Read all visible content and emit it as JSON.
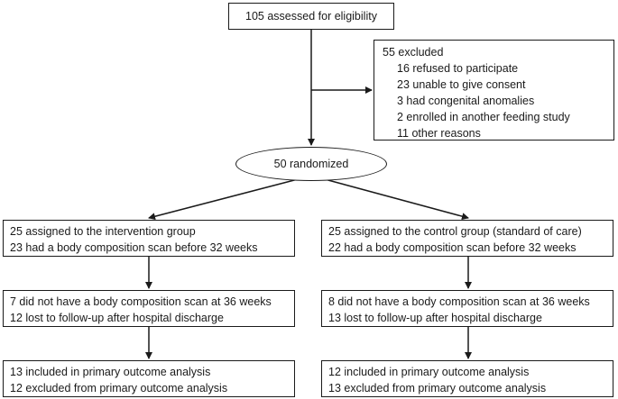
{
  "enrollment": {
    "assessed": "105 assessed for eligibility",
    "excluded": {
      "header": "55 excluded",
      "reasons": [
        "16 refused to participate",
        "23 unable to give consent",
        "3 had congenital anomalies",
        "2 enrolled in another feeding study",
        "11 other reasons"
      ]
    },
    "randomized": "50 randomized"
  },
  "intervention": {
    "allocation": [
      "25 assigned to the intervention group",
      "23 had a body composition scan before 32 weeks"
    ],
    "followup": [
      "7 did not have a body composition scan at 36 weeks",
      "12 lost to follow-up after hospital discharge"
    ],
    "analysis": [
      "13 included in primary outcome analysis",
      "12 excluded from primary outcome analysis"
    ]
  },
  "control": {
    "allocation": [
      "25 assigned to the control group (standard of care)",
      "22 had a body composition scan before 32 weeks"
    ],
    "followup": [
      "8 did not have a body composition scan at 36 weeks",
      "13 lost to follow-up after hospital discharge"
    ],
    "analysis": [
      "12 included in primary outcome analysis",
      "13 excluded from primary outcome analysis"
    ]
  }
}
